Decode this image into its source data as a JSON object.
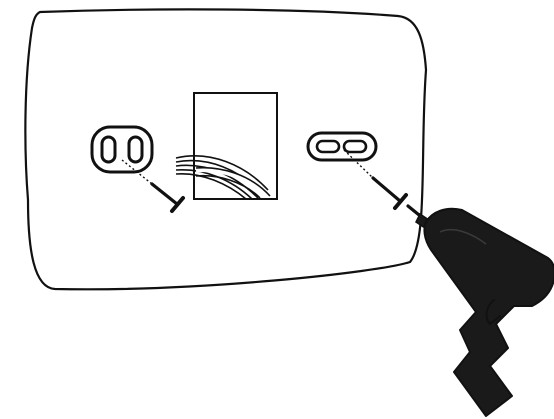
{
  "diagram": {
    "colors": {
      "line": "#111111",
      "fill_dark": "#1a1a1a",
      "background": "#ffffff"
    },
    "elements": [
      "wall-outline",
      "left-mounting-hole",
      "right-mounting-slot",
      "thermostat-wiring-opening",
      "left-screw",
      "right-screw",
      "power-drill"
    ]
  }
}
